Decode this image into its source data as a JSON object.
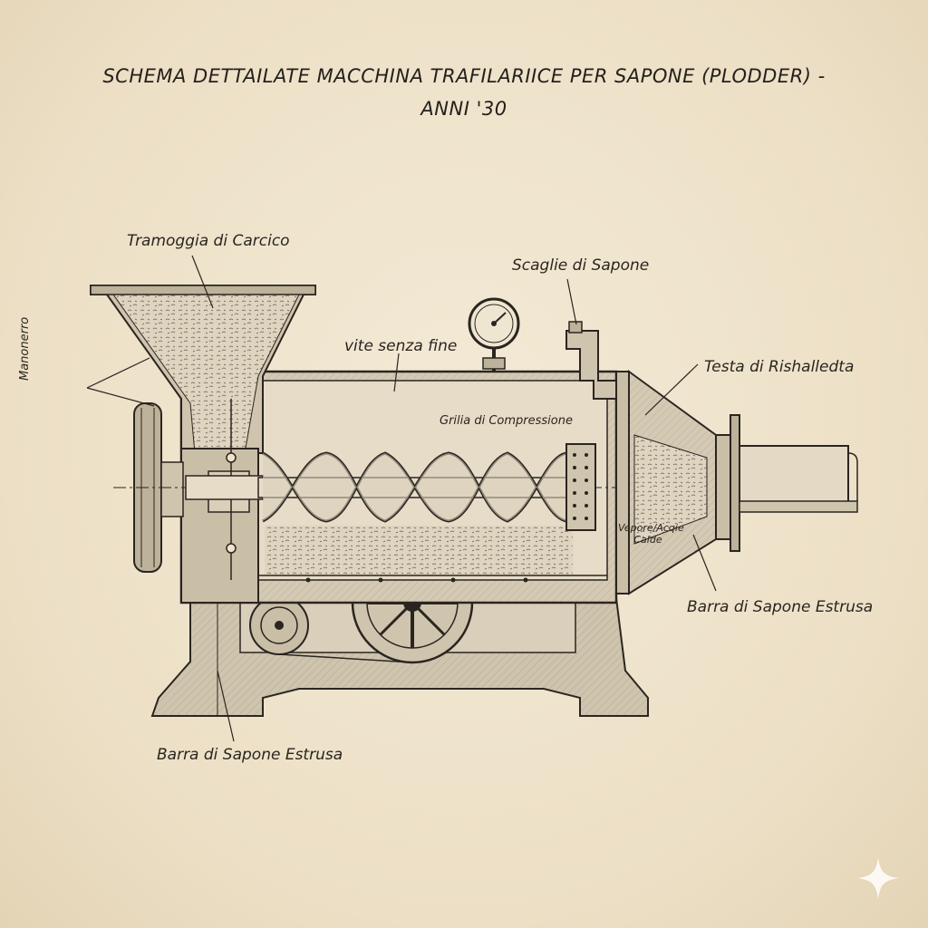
{
  "title": {
    "line1": "SCHEMA DETTAILATE MACCHINA TRAFILARIICE PER SAPONE (PLODDER) -",
    "line2": "ANNI '30"
  },
  "labels": {
    "hopper": "Tramoggia di Carcico",
    "manometer": "Manonerro",
    "soap_flakes": "Scaglie di Sapone",
    "screw": "vite senza fine",
    "compression_grid": "Grilia di Compressione",
    "head": "Testa di Rishalledta",
    "steam_line1": "Vepore/Acqie",
    "steam_line2": "Calde",
    "extruded_bar_right": "Barra di Sapone Estrusa",
    "extruded_bar_bottom": "Barra di Sapone Estrusa"
  },
  "colors": {
    "paper": "#efe3cc",
    "ink": "#2a2520",
    "metal_fill": "#cfc4ad",
    "metal_dark": "#a89d88",
    "soap_fill": "#ddd3bf"
  },
  "icons": {
    "corner": "sparkle-icon"
  }
}
